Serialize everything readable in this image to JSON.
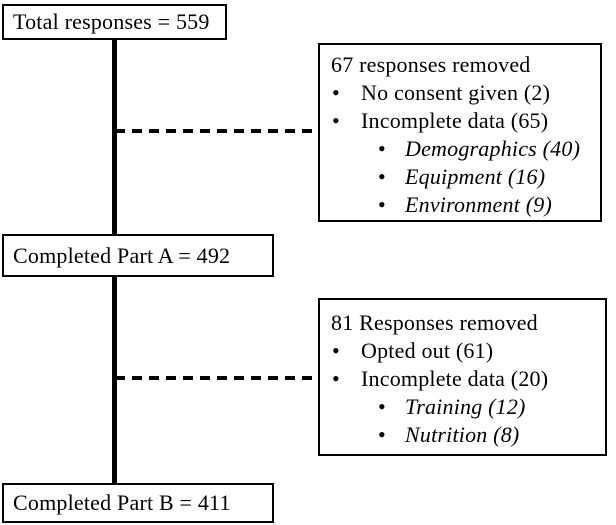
{
  "diagram": {
    "total_box": {
      "label": "Total responses = 559"
    },
    "part_a_box": {
      "label": "Completed Part A = 492"
    },
    "part_b_box": {
      "label": "Completed Part B = 411"
    },
    "removed_box_1": {
      "title": "67 responses removed",
      "items": [
        {
          "label": "No consent given (2)"
        },
        {
          "label": "Incomplete data (65)"
        },
        {
          "label": "Demographics (40)"
        },
        {
          "label": "Equipment (16)"
        },
        {
          "label": "Environment (9)"
        }
      ]
    },
    "removed_box_2": {
      "title": "81 Responses removed",
      "items": [
        {
          "label": "Opted out (61)"
        },
        {
          "label": "Incomplete data (20)"
        },
        {
          "label": "Training (12)"
        },
        {
          "label": "Nutrition (8)"
        }
      ]
    }
  },
  "icons": {
    "bullet": "•"
  },
  "colors": {
    "ink": "#000000",
    "background": "#ffffff"
  }
}
